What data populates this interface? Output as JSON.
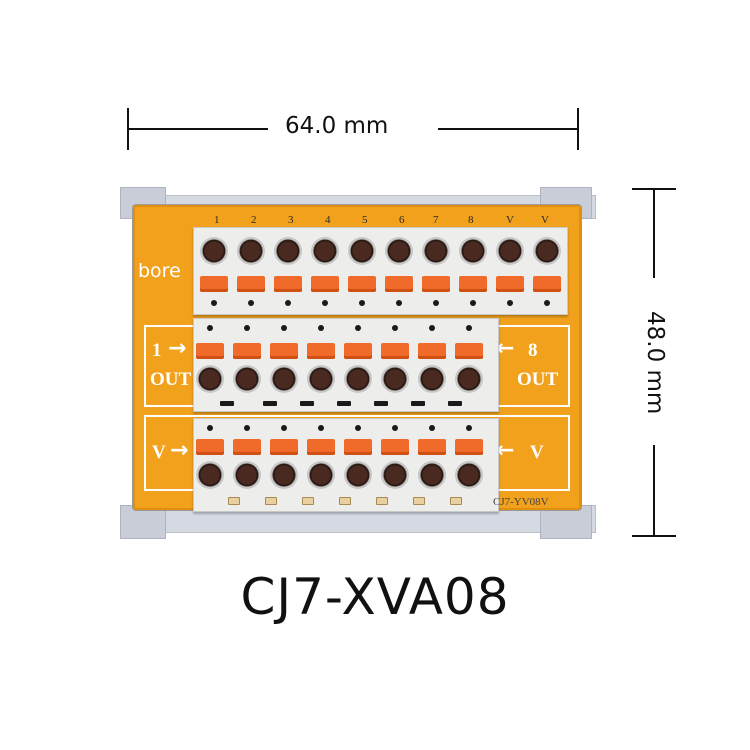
{
  "dimensions": {
    "width_label": "64.0 mm",
    "height_label": "48.0 mm"
  },
  "board": {
    "brand": "bore",
    "model_small": "CJ7-YV08V",
    "top_numbers": [
      "1",
      "2",
      "3",
      "4",
      "5",
      "6",
      "7",
      "8",
      "V",
      "V"
    ],
    "out_left_top": "1",
    "out_left_bottom": "OUT",
    "out_right_top": "8",
    "out_right_bottom": "OUT",
    "v_left": "V",
    "v_right": "V",
    "colors": {
      "board": "#f2a11c",
      "lever": "#f06b2a",
      "housing": "#ededeb",
      "rail": "#d5d9e2"
    }
  },
  "product_title": "CJ7-XVA08"
}
